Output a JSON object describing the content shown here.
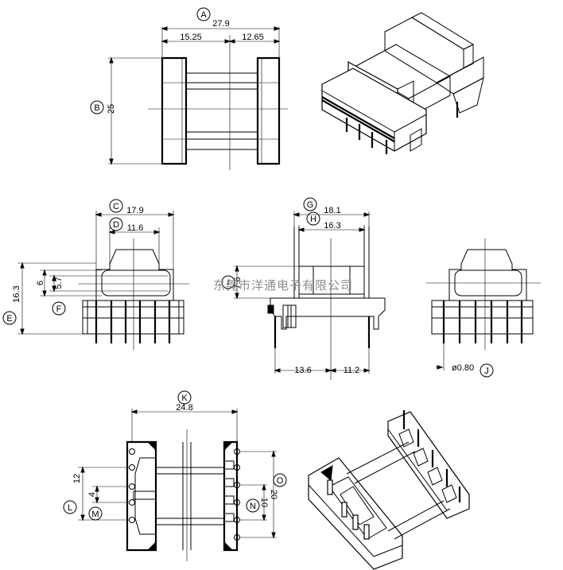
{
  "markers": {
    "A": "A",
    "B": "B",
    "C": "C",
    "D": "D",
    "E": "E",
    "F": "F",
    "G": "G",
    "H": "H",
    "I": "I",
    "J": "J",
    "K": "K",
    "L": "L",
    "M": "M",
    "N": "N",
    "O": "O"
  },
  "dimensions": {
    "A": "27.9",
    "A_left": "15.25",
    "A_right": "12.65",
    "B": "25",
    "C": "17.9",
    "D": "11.6",
    "E": "16.3",
    "F_top": "6",
    "F_bottom": "5.7",
    "G": "18.1",
    "H": "16.3",
    "I": "7.6",
    "side_left": "13.6",
    "side_right": "11.2",
    "J": "ø0.80",
    "K": "24.8",
    "L": "12",
    "M": "4",
    "N": "10",
    "O": "20"
  },
  "watermark": "东莞市洋通电子有限公司"
}
